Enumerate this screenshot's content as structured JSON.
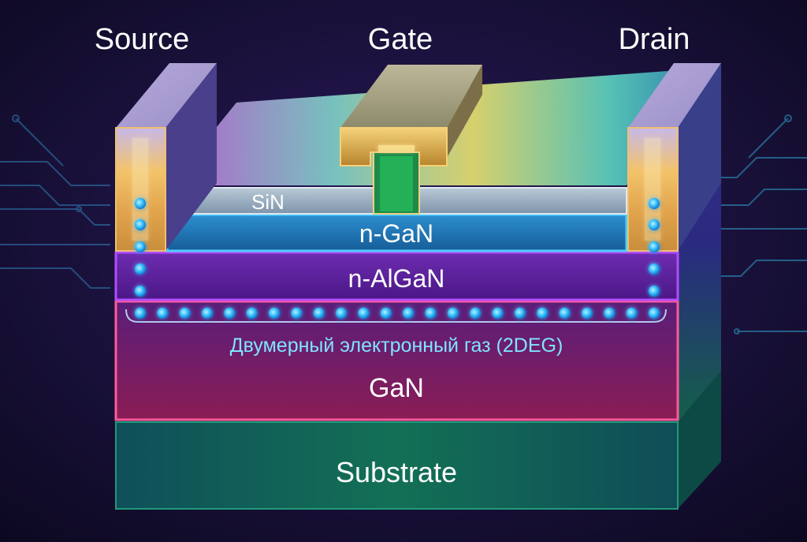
{
  "terminals": {
    "source": "Source",
    "gate": "Gate",
    "drain": "Drain"
  },
  "layers": {
    "sin": "SiN",
    "ngan": "n-GaN",
    "nalgan": "n-AlGaN",
    "twodeg": "Двумерный электронный газ (2DEG)",
    "gan": "GaN",
    "substrate": "Substrate"
  },
  "colors": {
    "background": "#140b2e",
    "source_drain_metal": "#e6c079",
    "gate_metal": "#d9a640",
    "sin": "#9fb2c4",
    "ngan": "#1d76b8",
    "nalgan": "#5a1e9a",
    "gan": "#7a1c5c",
    "substrate": "#0f5a4a",
    "electron": "#3ec6ff",
    "twodeg_text": "#7fe3ff"
  }
}
